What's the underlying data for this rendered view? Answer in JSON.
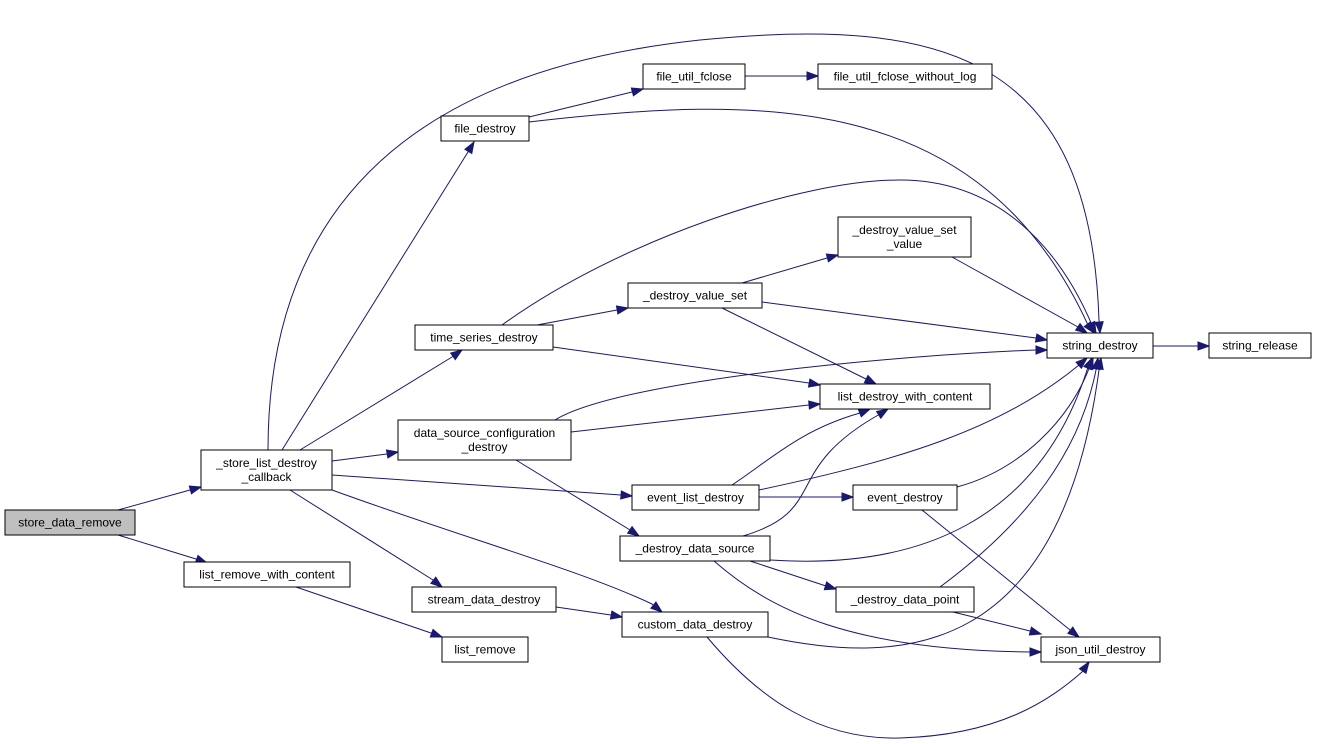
{
  "nodes": [
    {
      "id": "store_data_remove",
      "lines": [
        "store_data_remove"
      ],
      "root": true
    },
    {
      "id": "store_list_destroy_callback",
      "lines": [
        "_store_list_destroy",
        "_callback"
      ]
    },
    {
      "id": "list_remove_with_content",
      "lines": [
        "list_remove_with_content"
      ]
    },
    {
      "id": "file_destroy",
      "lines": [
        "file_destroy"
      ]
    },
    {
      "id": "time_series_destroy",
      "lines": [
        "time_series_destroy"
      ]
    },
    {
      "id": "data_source_configuration_destroy",
      "lines": [
        "data_source_configuration",
        "_destroy"
      ]
    },
    {
      "id": "stream_data_destroy",
      "lines": [
        "stream_data_destroy"
      ]
    },
    {
      "id": "list_remove",
      "lines": [
        "list_remove"
      ]
    },
    {
      "id": "file_util_fclose",
      "lines": [
        "file_util_fclose"
      ]
    },
    {
      "id": "file_util_fclose_without_log",
      "lines": [
        "file_util_fclose_without_log"
      ]
    },
    {
      "id": "destroy_value_set",
      "lines": [
        "_destroy_value_set"
      ]
    },
    {
      "id": "destroy_value_set_value",
      "lines": [
        "_destroy_value_set",
        "_value"
      ]
    },
    {
      "id": "event_list_destroy",
      "lines": [
        "event_list_destroy"
      ]
    },
    {
      "id": "destroy_data_source",
      "lines": [
        "_destroy_data_source"
      ]
    },
    {
      "id": "custom_data_destroy",
      "lines": [
        "custom_data_destroy"
      ]
    },
    {
      "id": "list_destroy_with_content",
      "lines": [
        "list_destroy_with_content"
      ]
    },
    {
      "id": "event_destroy",
      "lines": [
        "event_destroy"
      ]
    },
    {
      "id": "destroy_data_point",
      "lines": [
        "_destroy_data_point"
      ]
    },
    {
      "id": "string_destroy",
      "lines": [
        "string_destroy"
      ]
    },
    {
      "id": "json_util_destroy",
      "lines": [
        "json_util_destroy"
      ]
    },
    {
      "id": "string_release",
      "lines": [
        "string_release"
      ]
    }
  ],
  "edges": [
    [
      "store_data_remove",
      "store_list_destroy_callback"
    ],
    [
      "store_data_remove",
      "list_remove_with_content"
    ],
    [
      "store_list_destroy_callback",
      "file_destroy"
    ],
    [
      "store_list_destroy_callback",
      "string_destroy"
    ],
    [
      "store_list_destroy_callback",
      "time_series_destroy"
    ],
    [
      "store_list_destroy_callback",
      "data_source_configuration_destroy"
    ],
    [
      "store_list_destroy_callback",
      "event_list_destroy"
    ],
    [
      "store_list_destroy_callback",
      "stream_data_destroy"
    ],
    [
      "store_list_destroy_callback",
      "custom_data_destroy"
    ],
    [
      "list_remove_with_content",
      "list_remove"
    ],
    [
      "file_destroy",
      "file_util_fclose"
    ],
    [
      "file_destroy",
      "string_destroy"
    ],
    [
      "file_util_fclose",
      "file_util_fclose_without_log"
    ],
    [
      "time_series_destroy",
      "destroy_value_set"
    ],
    [
      "time_series_destroy",
      "string_destroy"
    ],
    [
      "time_series_destroy",
      "list_destroy_with_content"
    ],
    [
      "destroy_value_set",
      "destroy_value_set_value"
    ],
    [
      "destroy_value_set",
      "string_destroy"
    ],
    [
      "destroy_value_set",
      "list_destroy_with_content"
    ],
    [
      "destroy_value_set_value",
      "string_destroy"
    ],
    [
      "data_source_configuration_destroy",
      "string_destroy"
    ],
    [
      "data_source_configuration_destroy",
      "list_destroy_with_content"
    ],
    [
      "data_source_configuration_destroy",
      "destroy_data_source"
    ],
    [
      "event_list_destroy",
      "list_destroy_with_content"
    ],
    [
      "event_list_destroy",
      "string_destroy"
    ],
    [
      "event_list_destroy",
      "event_destroy"
    ],
    [
      "event_destroy",
      "string_destroy"
    ],
    [
      "event_destroy",
      "json_util_destroy"
    ],
    [
      "destroy_data_source",
      "list_destroy_with_content"
    ],
    [
      "destroy_data_source",
      "string_destroy"
    ],
    [
      "destroy_data_source",
      "destroy_data_point"
    ],
    [
      "destroy_data_source",
      "json_util_destroy"
    ],
    [
      "destroy_data_point",
      "string_destroy"
    ],
    [
      "destroy_data_point",
      "json_util_destroy"
    ],
    [
      "stream_data_destroy",
      "custom_data_destroy"
    ],
    [
      "custom_data_destroy",
      "string_destroy"
    ],
    [
      "custom_data_destroy",
      "json_util_destroy"
    ],
    [
      "string_destroy",
      "string_release"
    ]
  ],
  "colors": {
    "edge": "#191970",
    "node_border": "#000000",
    "node_fill": "#ffffff",
    "root_fill": "#bfbfbf"
  }
}
